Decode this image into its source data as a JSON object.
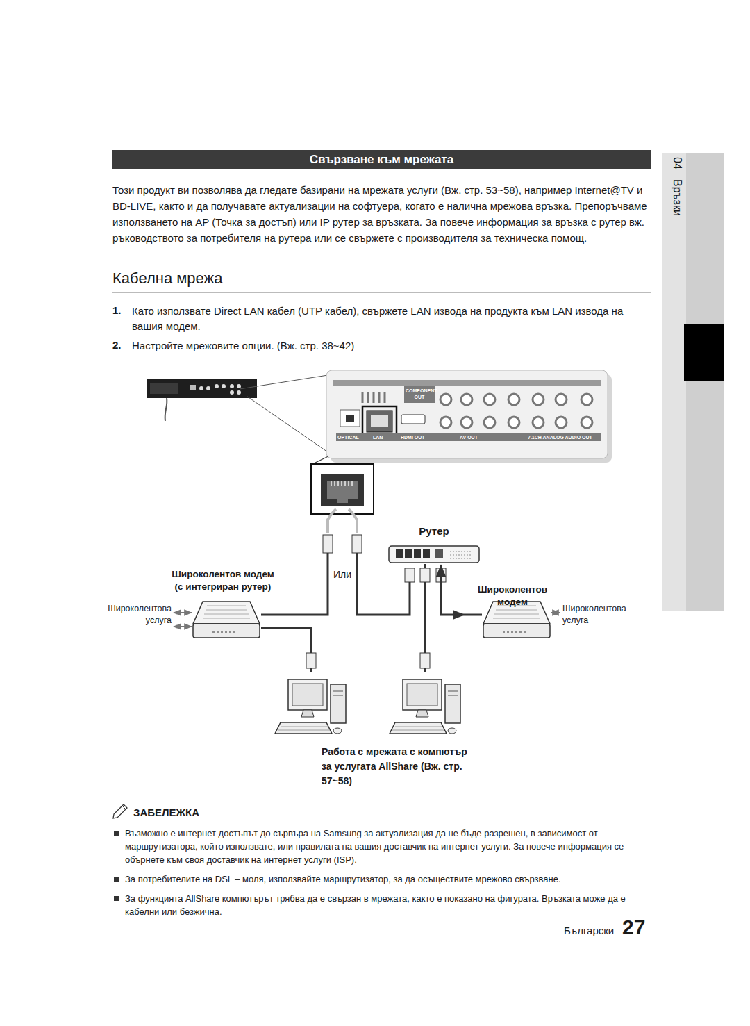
{
  "diagram": {
    "title": "Свързване към мрежата",
    "nodes": [
      {
        "text": [
          "Рутер"
        ]
      },
      {
        "text": [
          "Широколентов модем (с интегриран рутер)"
        ]
      },
      {
        "text": [
          "Широколентов модем"
        ]
      }
    ],
    "edges": [
      {
        "from": 0,
        "to": 2,
        "arrow": "both"
      }
    ],
    "labels": [
      "04",
      "Връзки",
      "Този продукт ви позволява да гледате базирани на мрежата услуги (Вж. стр. 53~58), например Internet@TV и BD-LIVE, както и да получавате актуализации на софтуера, когато е налична мрежова връзка. Препоръчваме използването на AP (Точка за достъп) или IP рутер за връзката. За повече информация за връзка с рутер вж. ръководството за потребителя на рутера или се свържете с производителя за техническа помощ.",
      "Кабелна мрежа",
      "1.",
      "Като използвате Direct LAN кабел (UTP кабел), свържете LAN извода на продукта към LAN извода на вашия модем.",
      "2.",
      "Настройте мрежовите опции. (Вж. стр. 38~42)",
      "COMPONENT OUT",
      "OPTICAL",
      "LAN",
      "HDMI OUT",
      "AV OUT",
      "7.1CH ANALOG AUDIO OUT",
      "Или",
      "Широколентова услуга",
      "Широколентова услуга",
      "Работа с мрежата с компютър за услугата AllShare (Вж. стр. 57~58)",
      "ЗАБЕЛЕЖКА",
      "Възможно е интернет достъпът до сървъра на Samsung за актуализация да не бъде разрешен, в зависимост от маршрутизатора, който използвате, или правилата на вашия доставчик на интернет услуги. За повече информация се обърнете към своя доставчик на интернет услуги (ISP).",
      "За потребителите на DSL – моля, използвайте маршрутизатор, за да осъществите мрежово свързване.",
      "За функцията AllShare компютърът трябва да е свързан в мрежата, както е показано на фигурата. Връзката може да е кабелни или безжична.",
      "Български",
      "27"
    ]
  }
}
